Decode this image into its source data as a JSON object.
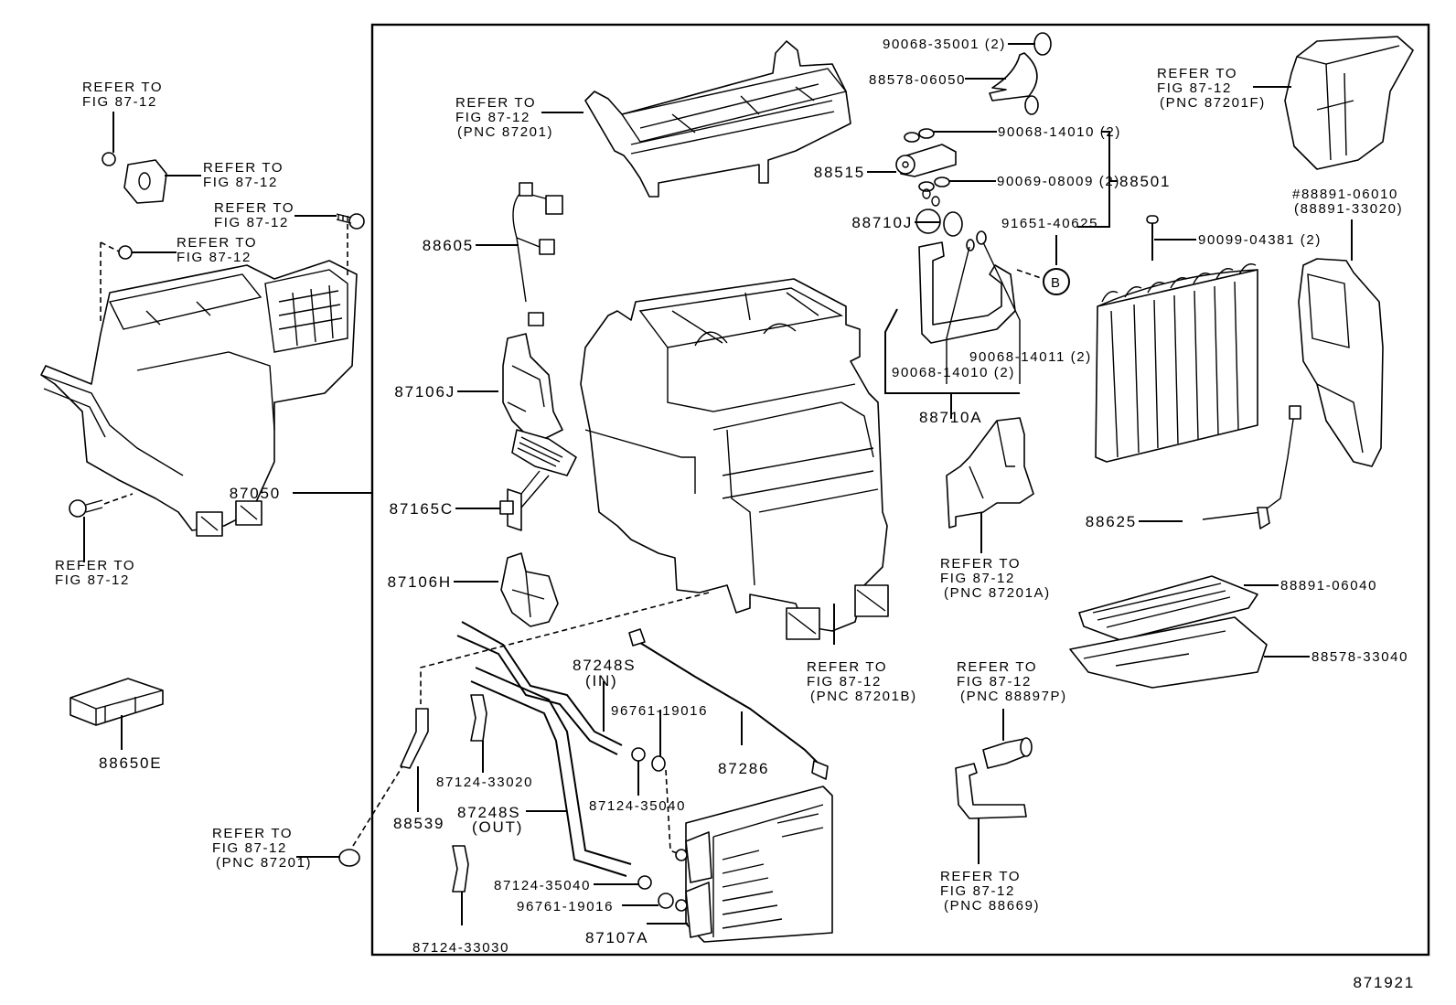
{
  "figure_number": "871921",
  "callouts": {
    "refer_nut_top": [
      "REFER TO",
      "FIG 87-12"
    ],
    "refer_plate": [
      "REFER TO",
      "FIG 87-12"
    ],
    "refer_screw_top": [
      "REFER TO",
      "FIG 87-12"
    ],
    "refer_clip": [
      "REFER TO",
      "FIG 87-12"
    ],
    "refer_screw_bottom": [
      "REFER TO",
      "FIG 87-12"
    ],
    "refer_grommet": [
      "REFER TO",
      "FIG 87-12",
      "(PNC 87201)"
    ],
    "refer_case_top": [
      "REFER TO",
      "FIG 87-12",
      "(PNC 87201)"
    ],
    "refer_duct_f": [
      "REFER TO",
      "FIG 87-12",
      "(PNC 87201F)"
    ],
    "refer_duct_a": [
      "REFER TO",
      "FIG 87-12",
      "(PNC 87201A)"
    ],
    "refer_duct_b": [
      "REFER TO",
      "FIG 87-12",
      "(PNC 87201B)"
    ],
    "refer_valve_p": [
      "REFER TO",
      "FIG 87-12",
      "(PNC 88897P)"
    ],
    "refer_hose_669": [
      "REFER TO",
      "FIG 87-12",
      "(PNC 88669)"
    ]
  },
  "parts": {
    "unit_assy": "87050",
    "amplifier": "88650E",
    "harness": "88605",
    "servo_j": "87106J",
    "resistor": "87165C",
    "servo_h": "87106H",
    "drain_hose": "88539",
    "clamp_33020": "87124-33020",
    "clamp_33030": "87124-33030",
    "hose_in": [
      "87248S",
      "(IN)"
    ],
    "hose_out": [
      "87248S",
      "(OUT)"
    ],
    "oring_top": "96761-19016",
    "clamp_35040_top": "87124-35040",
    "clamp_35040_bottom": "87124-35040",
    "oring_bottom": "96761-19016",
    "heater_core": "87107A",
    "cable": "87286",
    "clamp_35001": "90068-35001 (2)",
    "cover_06050": "88578-06050",
    "oring_14010_top": "90068-14010 (2)",
    "valve": "88515",
    "oring_08009": "90069-08009 (2)",
    "evaporator": "88501",
    "receiver_j": "88710J",
    "bolt_40625": "91651-40625",
    "circle_ref": "B",
    "oring_14011": "90068-14011 (2)",
    "oring_14010_bottom": "90068-14010 (2)",
    "tube_a": "88710A",
    "bolt_04381": "90099-04381 (2)",
    "seal_06010": "#88891-06010",
    "seal_33020": "(88891-33020)",
    "thermistor": "88625",
    "filter_06040": "88891-06040",
    "case_33040": "88578-33040"
  }
}
